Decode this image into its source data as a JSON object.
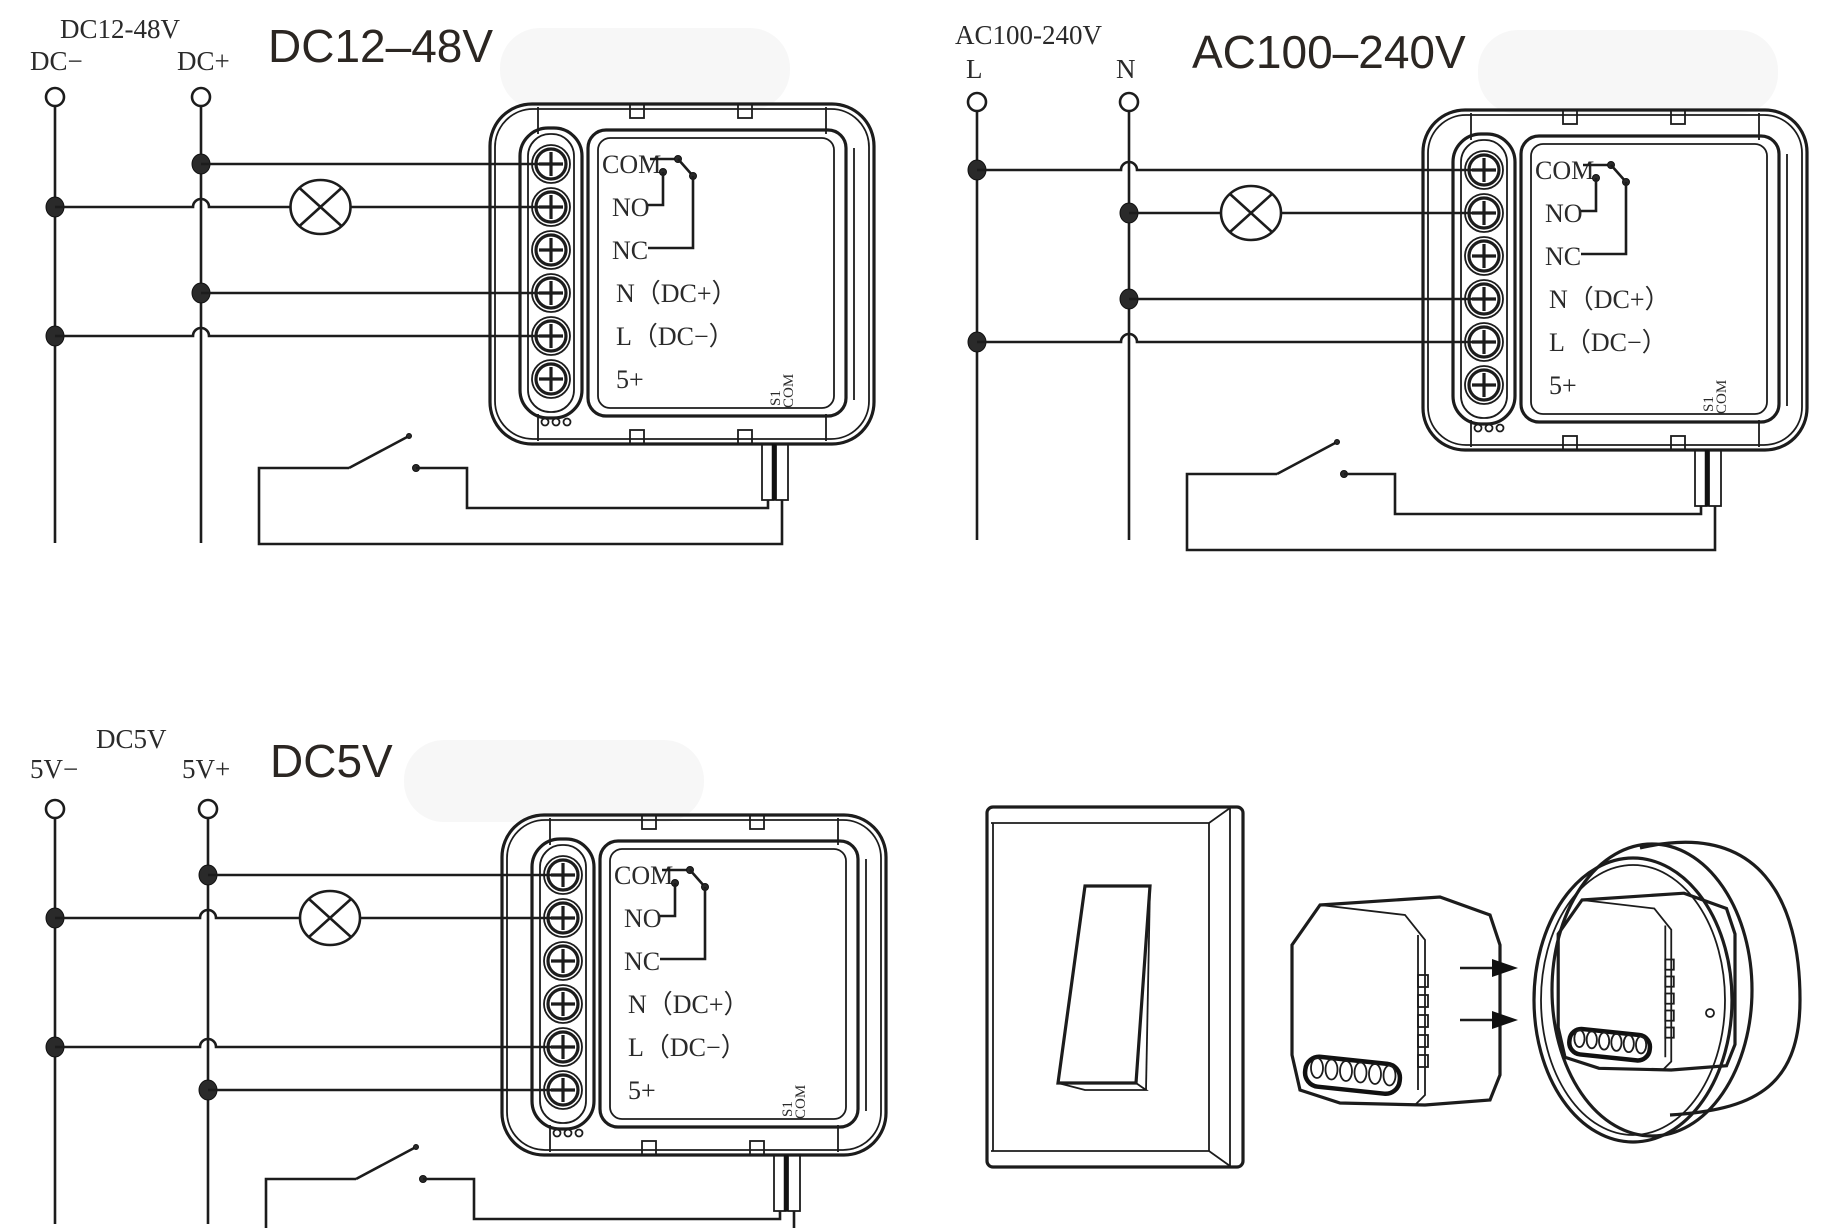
{
  "diagrams": [
    {
      "id": "dc12-48v",
      "title": "DC12–48V",
      "supply_label": "DC12-48V",
      "rail_left_label": "DC−",
      "rail_right_label": "DC+",
      "connections": [
        {
          "terminal": "COM",
          "rail": "right"
        },
        {
          "terminal": "NO",
          "rail": "left",
          "via_lamp": true
        },
        {
          "terminal": "N (DC+)",
          "rail": "right"
        },
        {
          "terminal": "L (DC−)",
          "rail": "left"
        }
      ]
    },
    {
      "id": "ac100-240v",
      "title": "AC100–240V",
      "supply_label": "AC100-240V",
      "rail_left_label": "L",
      "rail_right_label": "N",
      "connections": [
        {
          "terminal": "COM",
          "rail": "left"
        },
        {
          "terminal": "NO",
          "rail": "right",
          "via_lamp": true
        },
        {
          "terminal": "N (DC+)",
          "rail": "right"
        },
        {
          "terminal": "L (DC−)",
          "rail": "left"
        }
      ]
    },
    {
      "id": "dc5v",
      "title": "DC5V",
      "supply_label": "DC5V",
      "rail_left_label": "5V−",
      "rail_right_label": "5V+",
      "connections": [
        {
          "terminal": "COM",
          "rail": "right"
        },
        {
          "terminal": "NO",
          "rail": "left",
          "via_lamp": true
        },
        {
          "terminal": "L (DC−)",
          "rail": "left"
        },
        {
          "terminal": "5+",
          "rail": "right"
        }
      ]
    }
  ],
  "module": {
    "terminals": [
      "COM",
      "NO",
      "NC",
      "N（DC+）",
      "L（DC−）",
      "5+"
    ],
    "switch_port_labels": [
      "S1",
      "COM"
    ]
  },
  "installation": {
    "description": "wall switch, relay module, wall box",
    "arrow_count": 2
  }
}
